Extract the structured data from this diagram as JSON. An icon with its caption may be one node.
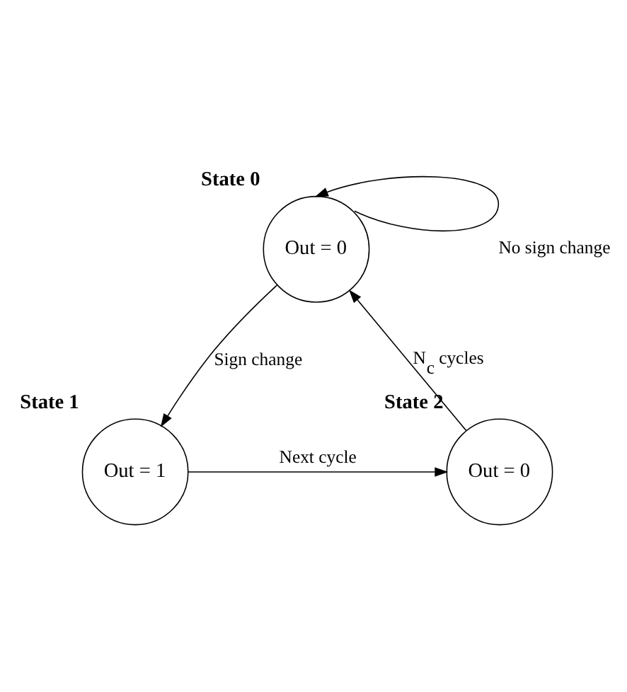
{
  "diagram": {
    "nodes": [
      {
        "text": [
          "Out = 0"
        ],
        "beside": [
          "State 0"
        ]
      },
      {
        "text": [
          "Out = 1"
        ],
        "beside": [
          "State 1"
        ]
      },
      {
        "text": [
          "Out = 0"
        ],
        "beside": [
          "State 2"
        ]
      }
    ],
    "edges": [
      {
        "from": 0,
        "to": 0,
        "arrow": "to",
        "label": "No sign change"
      },
      {
        "from": 0,
        "to": 1,
        "arrow": "to",
        "label": "Sign change"
      },
      {
        "from": 1,
        "to": 2,
        "arrow": "to",
        "label": "Next cycle"
      },
      {
        "from": 2,
        "to": 0,
        "arrow": "to",
        "label": "N$_{c}$ cycles"
      }
    ]
  }
}
